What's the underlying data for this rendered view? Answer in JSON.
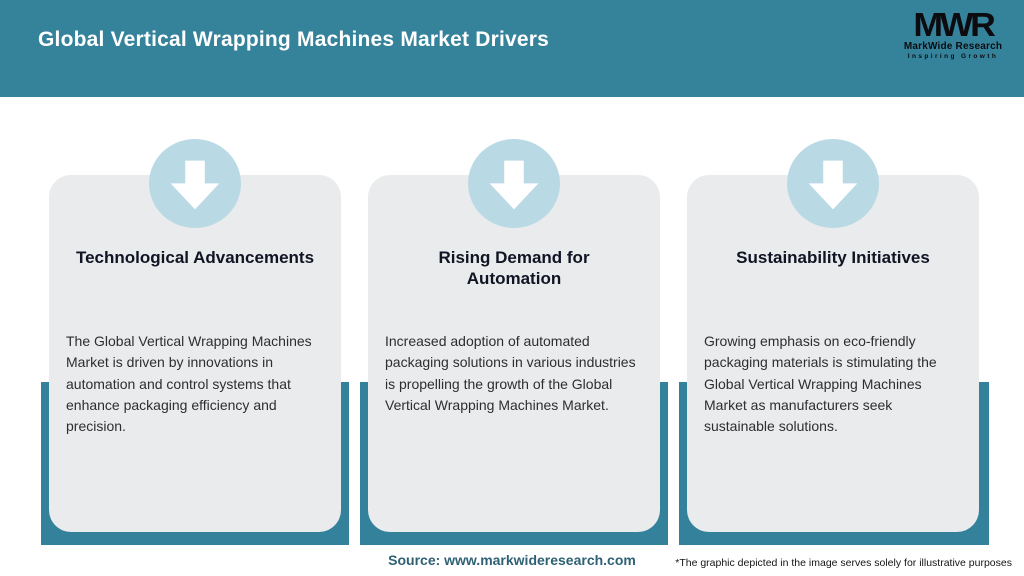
{
  "header": {
    "title": "Global Vertical Wrapping Machines Market Drivers",
    "logo": {
      "acronym": "MWR",
      "name": "MarkWide Research",
      "tagline": "Inspiring Growth"
    }
  },
  "cards": [
    {
      "icon": "down-arrow-icon",
      "title": "Technological Advancements",
      "body": "The Global Vertical Wrapping Machines Market is driven by innovations in automation and control systems that enhance packaging efficiency and precision."
    },
    {
      "icon": "down-arrow-icon",
      "title": "Rising Demand for Automation",
      "body": "Increased adoption of automated packaging solutions in various industries is propelling the growth of the Global Vertical Wrapping Machines Market."
    },
    {
      "icon": "down-arrow-icon",
      "title": "Sustainability Initiatives",
      "body": "Growing emphasis on eco-friendly packaging materials is stimulating the Global Vertical Wrapping Machines Market as manufacturers seek sustainable solutions."
    }
  ],
  "footer": {
    "source": "Source: www.markwideresearch.com",
    "disclaimer": "*The graphic depicted in the image serves solely for illustrative purposes"
  },
  "colors": {
    "header_teal": "#35839b",
    "band_teal": "#33819b",
    "circle_blue": "#b9d9e5",
    "card_gray": "#e9ebec",
    "title_dark": "#101423",
    "source_teal": "#2e6174",
    "logo_black": "#0b0b10",
    "white": "#ffffff"
  }
}
